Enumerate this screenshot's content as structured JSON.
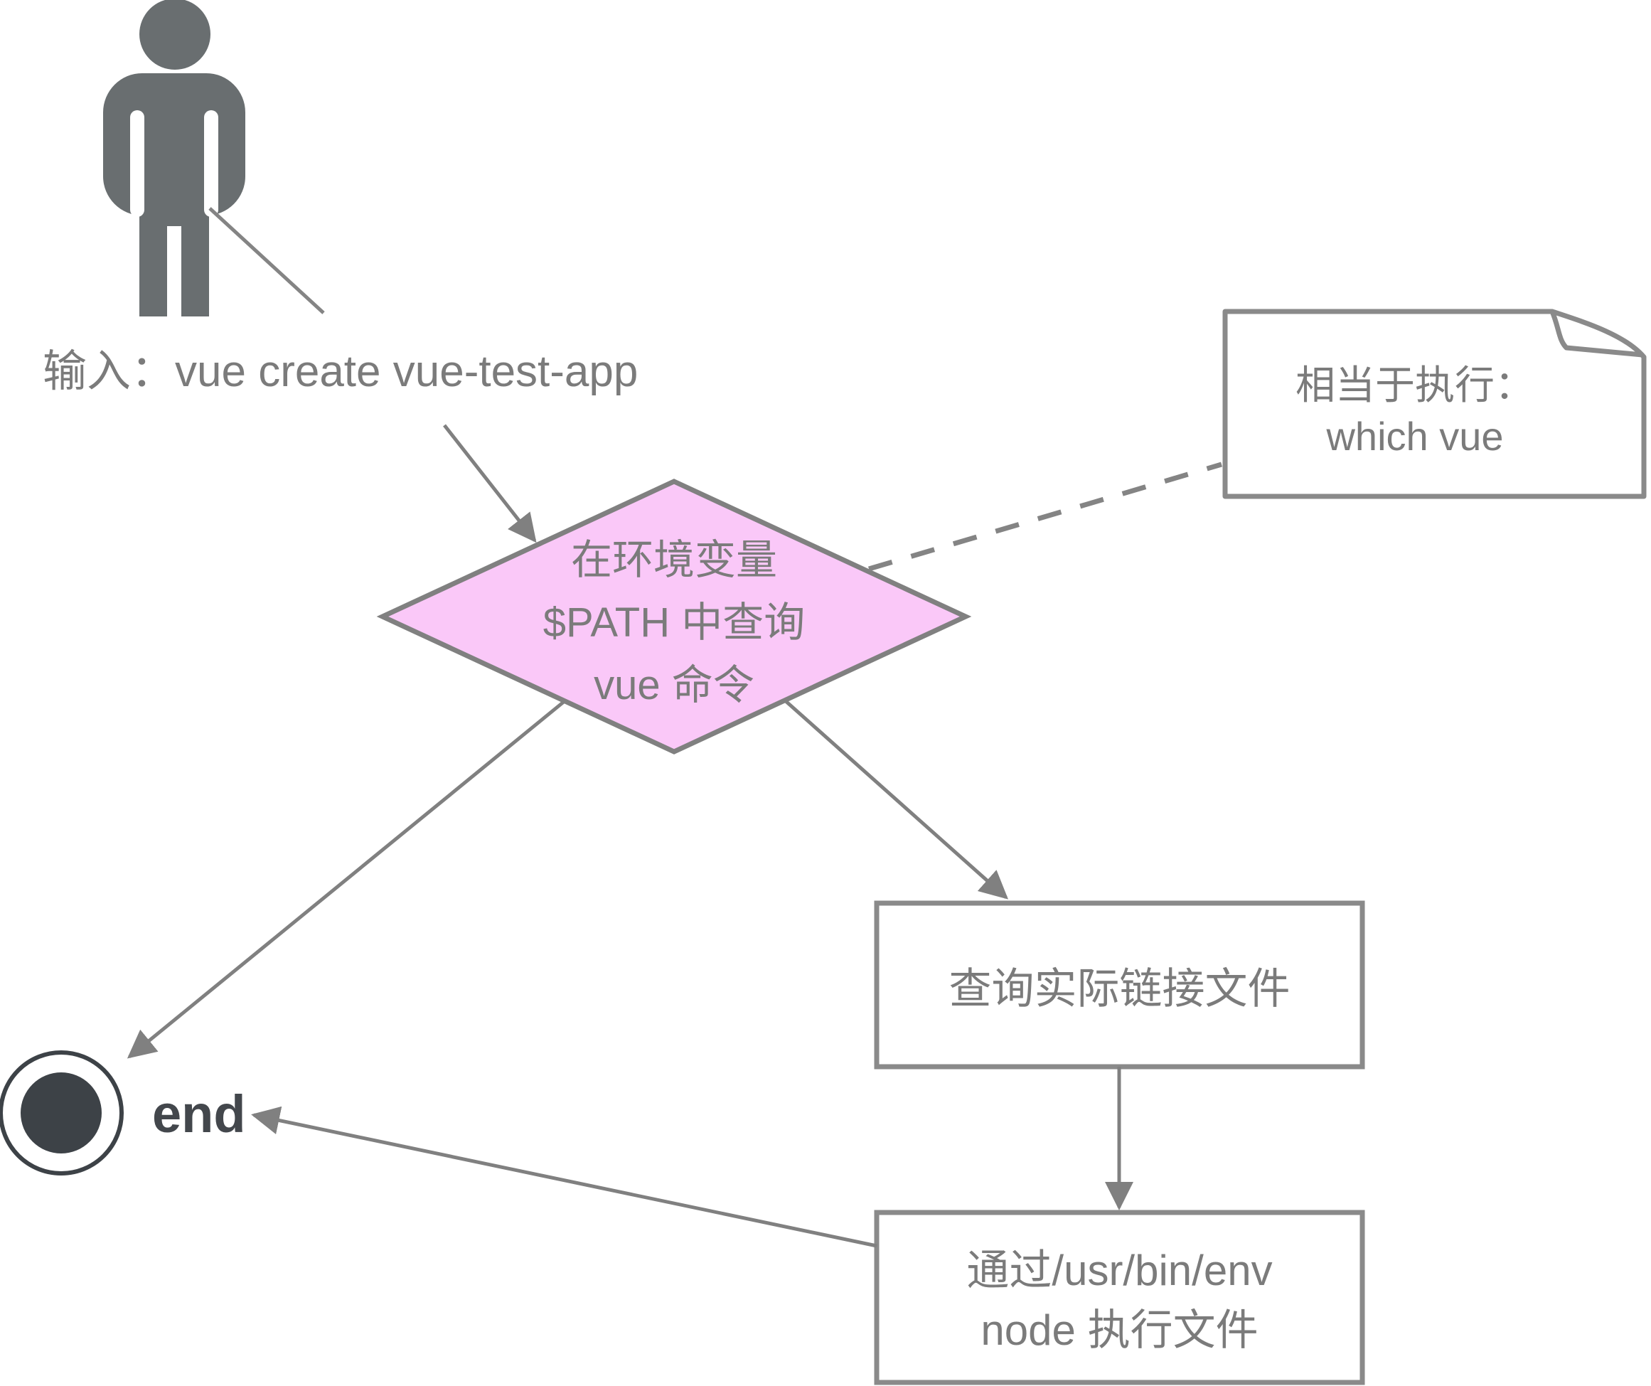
{
  "diagram": {
    "type": "flowchart",
    "background": "#ffffff",
    "colors": {
      "line_gray": "#848484",
      "arrow_gray": "#808080",
      "text_gray": "#7b7b7b",
      "person_gray": "#696e70",
      "decision_fill": "#fac8f8",
      "decision_border": "#808080",
      "end_node_dark": "#3d4247",
      "end_text": "#43474c"
    },
    "actor": {
      "icon": "person-icon",
      "label": "输入：vue create vue-test-app"
    },
    "decision": {
      "shape": "diamond",
      "lines": [
        "在环境变量",
        "$PATH 中查询",
        "vue 命令"
      ]
    },
    "note": {
      "icon": "note-dogear-icon",
      "lines": [
        "相当于执行：",
        "which vue"
      ]
    },
    "process1": {
      "label": "查询实际链接文件"
    },
    "process2": {
      "lines": [
        "通过/usr/bin/env",
        "node 执行文件"
      ]
    },
    "end": {
      "icon": "end-node-icon",
      "label": "end"
    },
    "edges": [
      {
        "from": "actor",
        "to": "actor-label",
        "style": "solid-leader"
      },
      {
        "from": "actor-label",
        "to": "decision",
        "style": "solid-arrow"
      },
      {
        "from": "decision",
        "to": "note",
        "style": "dashed"
      },
      {
        "from": "decision",
        "to": "process1",
        "style": "solid-arrow"
      },
      {
        "from": "decision",
        "to": "end",
        "style": "solid-arrow"
      },
      {
        "from": "process1",
        "to": "process2",
        "style": "solid-arrow"
      },
      {
        "from": "process2",
        "to": "end",
        "style": "solid-arrow"
      }
    ]
  }
}
